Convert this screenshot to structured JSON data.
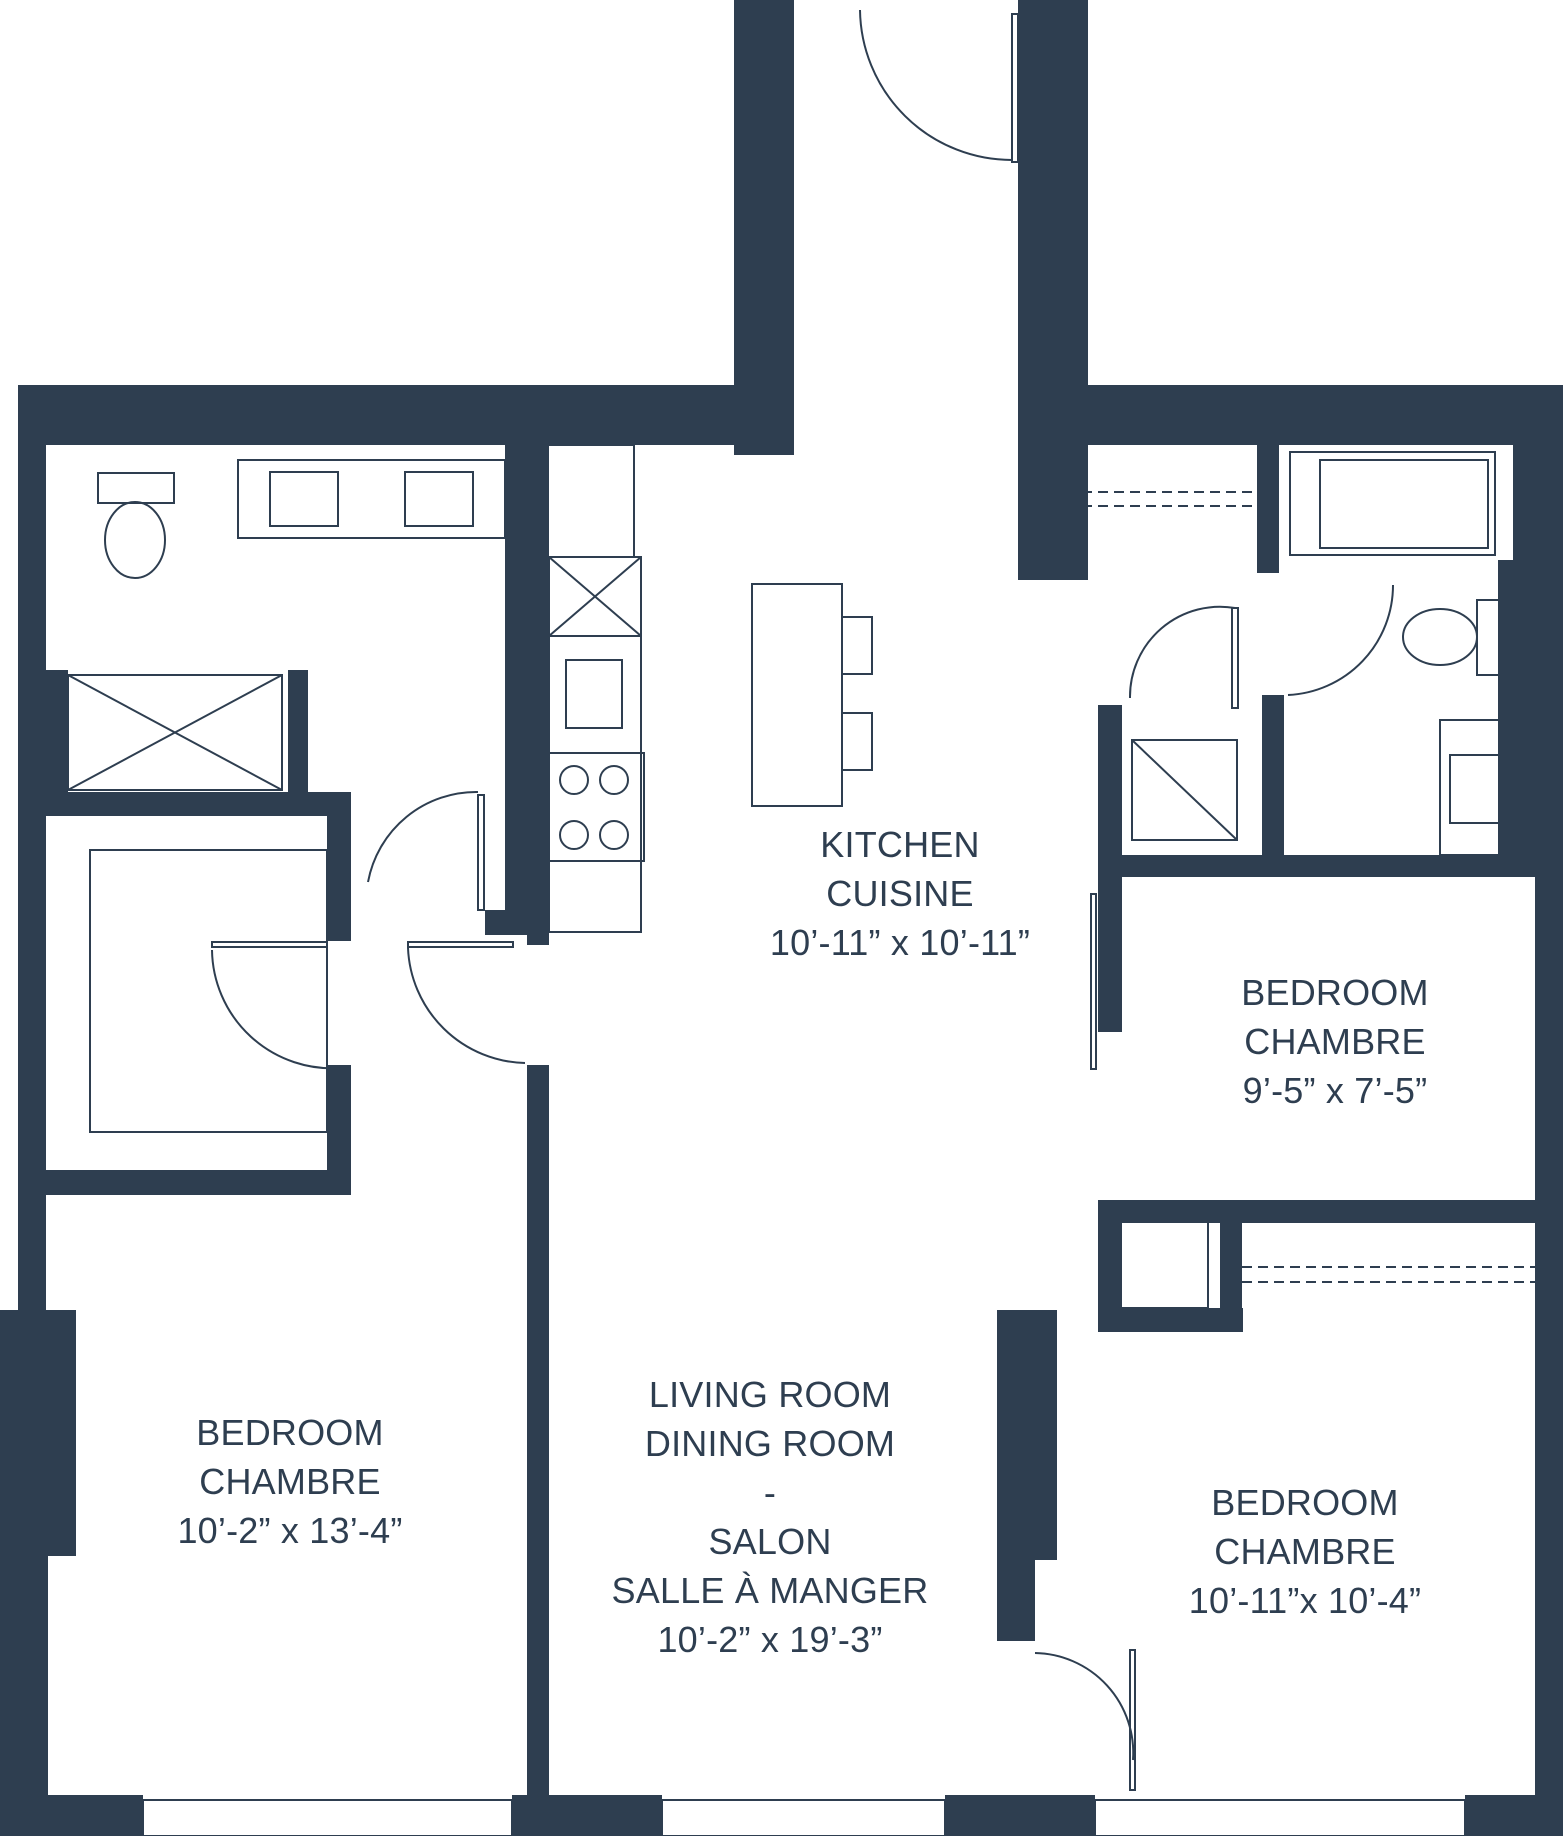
{
  "plan": {
    "wall_color": "#2e3e50",
    "background": "#ffffff",
    "rooms": {
      "kitchen": {
        "name_en": "KITCHEN",
        "name_fr": "CUISINE",
        "dimensions": "10’-11” x 10’-11”"
      },
      "bedroom_east": {
        "name_en": "BEDROOM",
        "name_fr": "CHAMBRE",
        "dimensions": "9’-5” x 7’-5”"
      },
      "bedroom_west": {
        "name_en": "BEDROOM",
        "name_fr": "CHAMBRE",
        "dimensions": "10’-2” x 13’-4”"
      },
      "living": {
        "name_en_1": "LIVING ROOM",
        "name_en_2": "DINING ROOM",
        "separator": "-",
        "name_fr_1": "SALON",
        "name_fr_2": "SALLE À MANGER",
        "dimensions": "10’-2” x 19’-3”"
      },
      "bedroom_southeast": {
        "name_en": "BEDROOM",
        "name_fr": "CHAMBRE",
        "dimensions": "10’-11”x 10’-4”"
      }
    }
  }
}
